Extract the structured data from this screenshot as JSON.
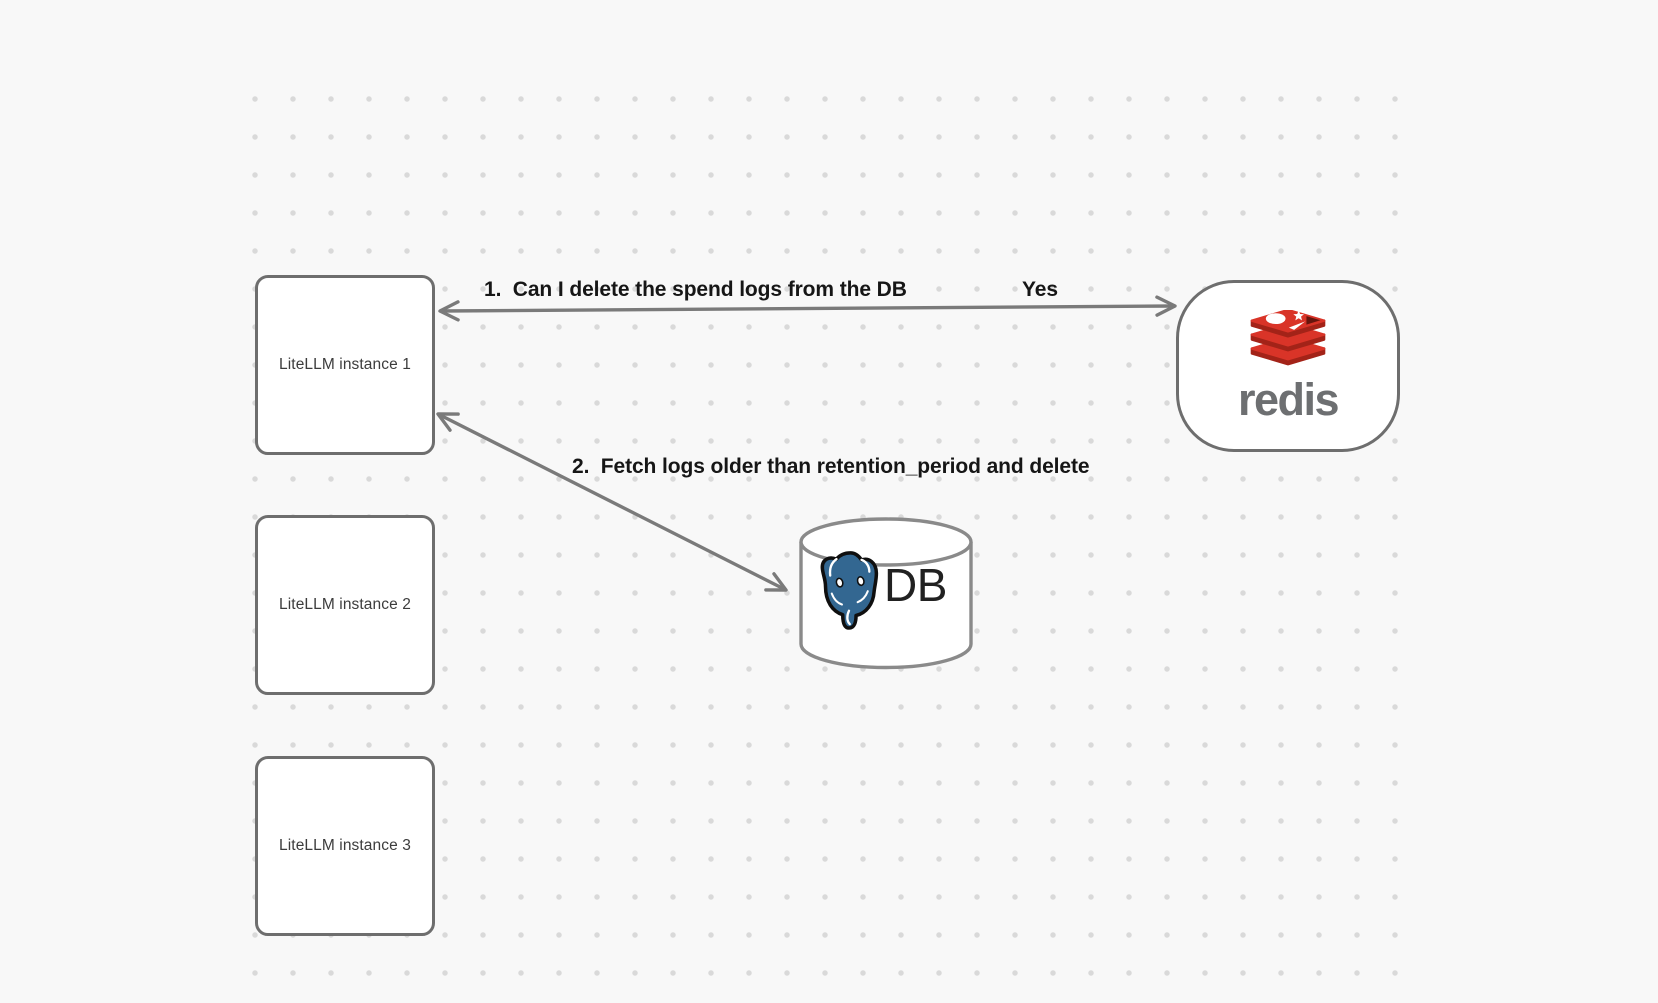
{
  "canvas": {
    "background": "#f8f8f8",
    "dot_color": "#d9d9d9"
  },
  "nodes": {
    "instances": [
      {
        "label": "LiteLLM instance 1"
      },
      {
        "label": "LiteLLM instance 2"
      },
      {
        "label": "LiteLLM instance 3"
      }
    ],
    "redis": {
      "wordmark": "redis"
    },
    "db": {
      "label": "DB"
    }
  },
  "annotations": {
    "step1": "1.  Can I delete the spend logs from the DB",
    "step1_answer": "Yes",
    "step2": "2.  Fetch logs older than retention_period and delete"
  },
  "colors": {
    "box_border": "#6e6e6e",
    "arrow": "#7a7a7a",
    "cylinder_stroke": "#8a8a8a",
    "annotation_text": "#161616",
    "node_label_text": "#3c3c3c",
    "redis_red": "#d93428",
    "redis_red_dark": "#a32318",
    "redis_wordmark_gray": "#6d6f71",
    "postgres_blue": "#336791",
    "db_text": "#212121"
  }
}
